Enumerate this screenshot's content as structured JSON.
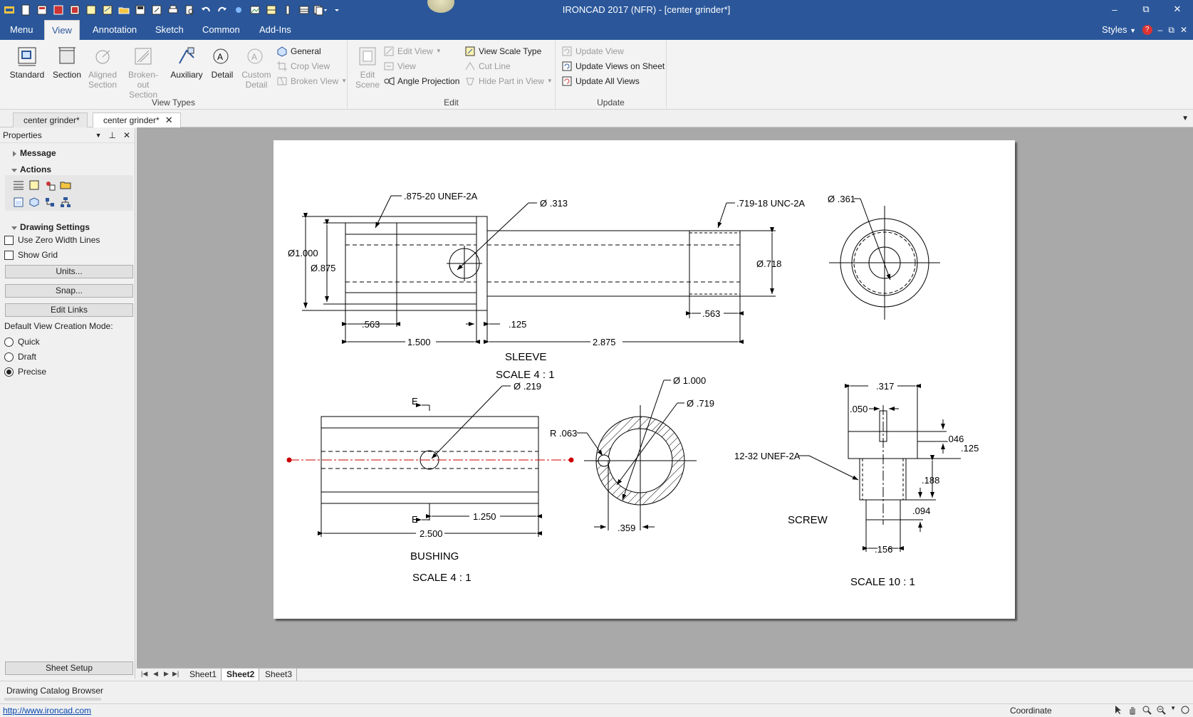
{
  "window": {
    "title": "IRONCAD 2017 (NFR) - [center grinder*]",
    "minimize": "–",
    "restore": "⧉",
    "close": "✕"
  },
  "ribbon_tabs": [
    "Menu",
    "View",
    "Annotation",
    "Sketch",
    "Common",
    "Add-Ins"
  ],
  "active_tab": "View",
  "styles_label": "Styles",
  "view_types": {
    "label": "View Types",
    "buttons": [
      {
        "line1": "Standard",
        "line2": ""
      },
      {
        "line1": "Section",
        "line2": ""
      },
      {
        "line1": "Aligned",
        "line2": "Section"
      },
      {
        "line1": "Broken-out",
        "line2": "Section"
      },
      {
        "line1": "Auxiliary",
        "line2": ""
      },
      {
        "line1": "Detail",
        "line2": ""
      },
      {
        "line1": "Custom",
        "line2": "Detail"
      }
    ],
    "small": [
      "General",
      "Crop View",
      "Broken View"
    ]
  },
  "edit_group": {
    "label": "Edit",
    "edit_scene_line1": "Edit",
    "edit_scene_line2": "Scene",
    "small_left": [
      "Edit View",
      "View",
      "Angle Projection"
    ],
    "small_right": [
      "View Scale Type",
      "Cut Line",
      "Hide Part in View"
    ]
  },
  "update_group": {
    "label": "Update",
    "items": [
      "Update View",
      "Update Views on Sheet",
      "Update All Views"
    ]
  },
  "doc_tabs": [
    "center grinder*",
    "center grinder*"
  ],
  "properties": {
    "title": "Properties",
    "message": "Message",
    "actions": "Actions",
    "drawing_settings": "Drawing Settings",
    "use_zero_width": "Use Zero Width Lines",
    "show_grid": "Show Grid",
    "units_btn": "Units...",
    "snap_btn": "Snap...",
    "edit_links_btn": "Edit Links",
    "default_mode_label": "Default View Creation Mode:",
    "modes": [
      "Quick",
      "Draft",
      "Precise"
    ],
    "selected_mode": "Precise",
    "sheet_setup_btn": "Sheet Setup"
  },
  "drawing": {
    "sleeve_title": "SLEEVE",
    "sleeve_scale": "SCALE 4 : 1",
    "bushing_title": "BUSHING",
    "bushing_scale": "SCALE 4 : 1",
    "screw_title": "SCREW",
    "screw_scale": "SCALE 10 : 1",
    "sleeve_dims": {
      "thread1": ".875-20 UNEF-2A",
      "hole": "Ø .313",
      "thread2": ".719-18 UNC-2A",
      "od": "Ø1.000",
      "id": "Ø.875",
      "end_d": "Ø.718",
      "d563a": ".563",
      "d125": ".125",
      "d1500": "1.500",
      "d2875": "2.875",
      "d563b": ".563",
      "end_hole": "Ø .361"
    },
    "bushing_dims": {
      "hole": "Ø .219",
      "sec_top": "E",
      "sec_bot": "E",
      "d1250": "1.250",
      "d2500": "2.500",
      "r063": "R .063",
      "od": "Ø 1.000",
      "id": "Ø .719",
      "d359": ".359"
    },
    "screw_dims": {
      "d317": ".317",
      "d050": ".050",
      "d046": ".046",
      "d125": ".125",
      "thread": "12-32 UNEF-2A",
      "d188": ".188",
      "d094": ".094",
      "d156": ".156"
    }
  },
  "sheet_tabs": [
    "Sheet1",
    "Sheet2",
    "Sheet3"
  ],
  "active_sheet": "Sheet2",
  "catalog_label": "Drawing Catalog Browser",
  "status": {
    "url": "http://www.ironcad.com",
    "coordinate": "Coordinate"
  },
  "colors": {
    "titlebar": "#2b579a",
    "centerline_red": "#cc0000"
  }
}
